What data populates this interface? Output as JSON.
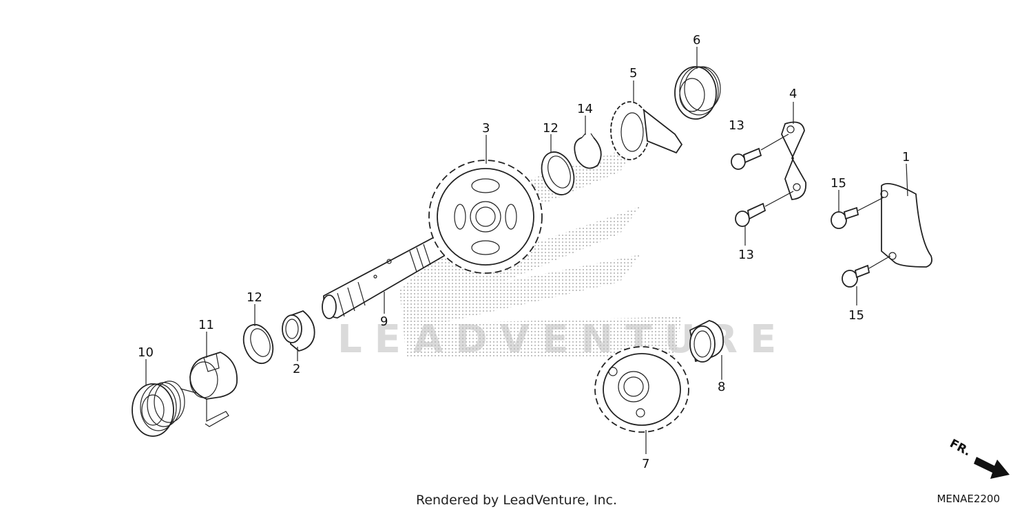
{
  "diagram": {
    "callouts": {
      "p1": "1",
      "p2": "2",
      "p3": "3",
      "p4": "4",
      "p5": "5",
      "p6": "6",
      "p7": "7",
      "p8": "8",
      "p9": "9",
      "p10": "10",
      "p11": "11",
      "p12a": "12",
      "p12b": "12",
      "p13a": "13",
      "p13b": "13",
      "p14": "14",
      "p15a": "15",
      "p15b": "15"
    },
    "watermark": "LEADVENTURE",
    "direction_label": "FR.",
    "icons": [
      "honda-wing-watermark",
      "front-direction-arrow"
    ],
    "colors": {
      "line": "#222222",
      "background": "#ffffff",
      "watermark": "#bdbdbd"
    }
  },
  "footer": {
    "rendered_by": "Rendered by LeadVenture, Inc.",
    "diagram_code": "MENAE2200"
  }
}
